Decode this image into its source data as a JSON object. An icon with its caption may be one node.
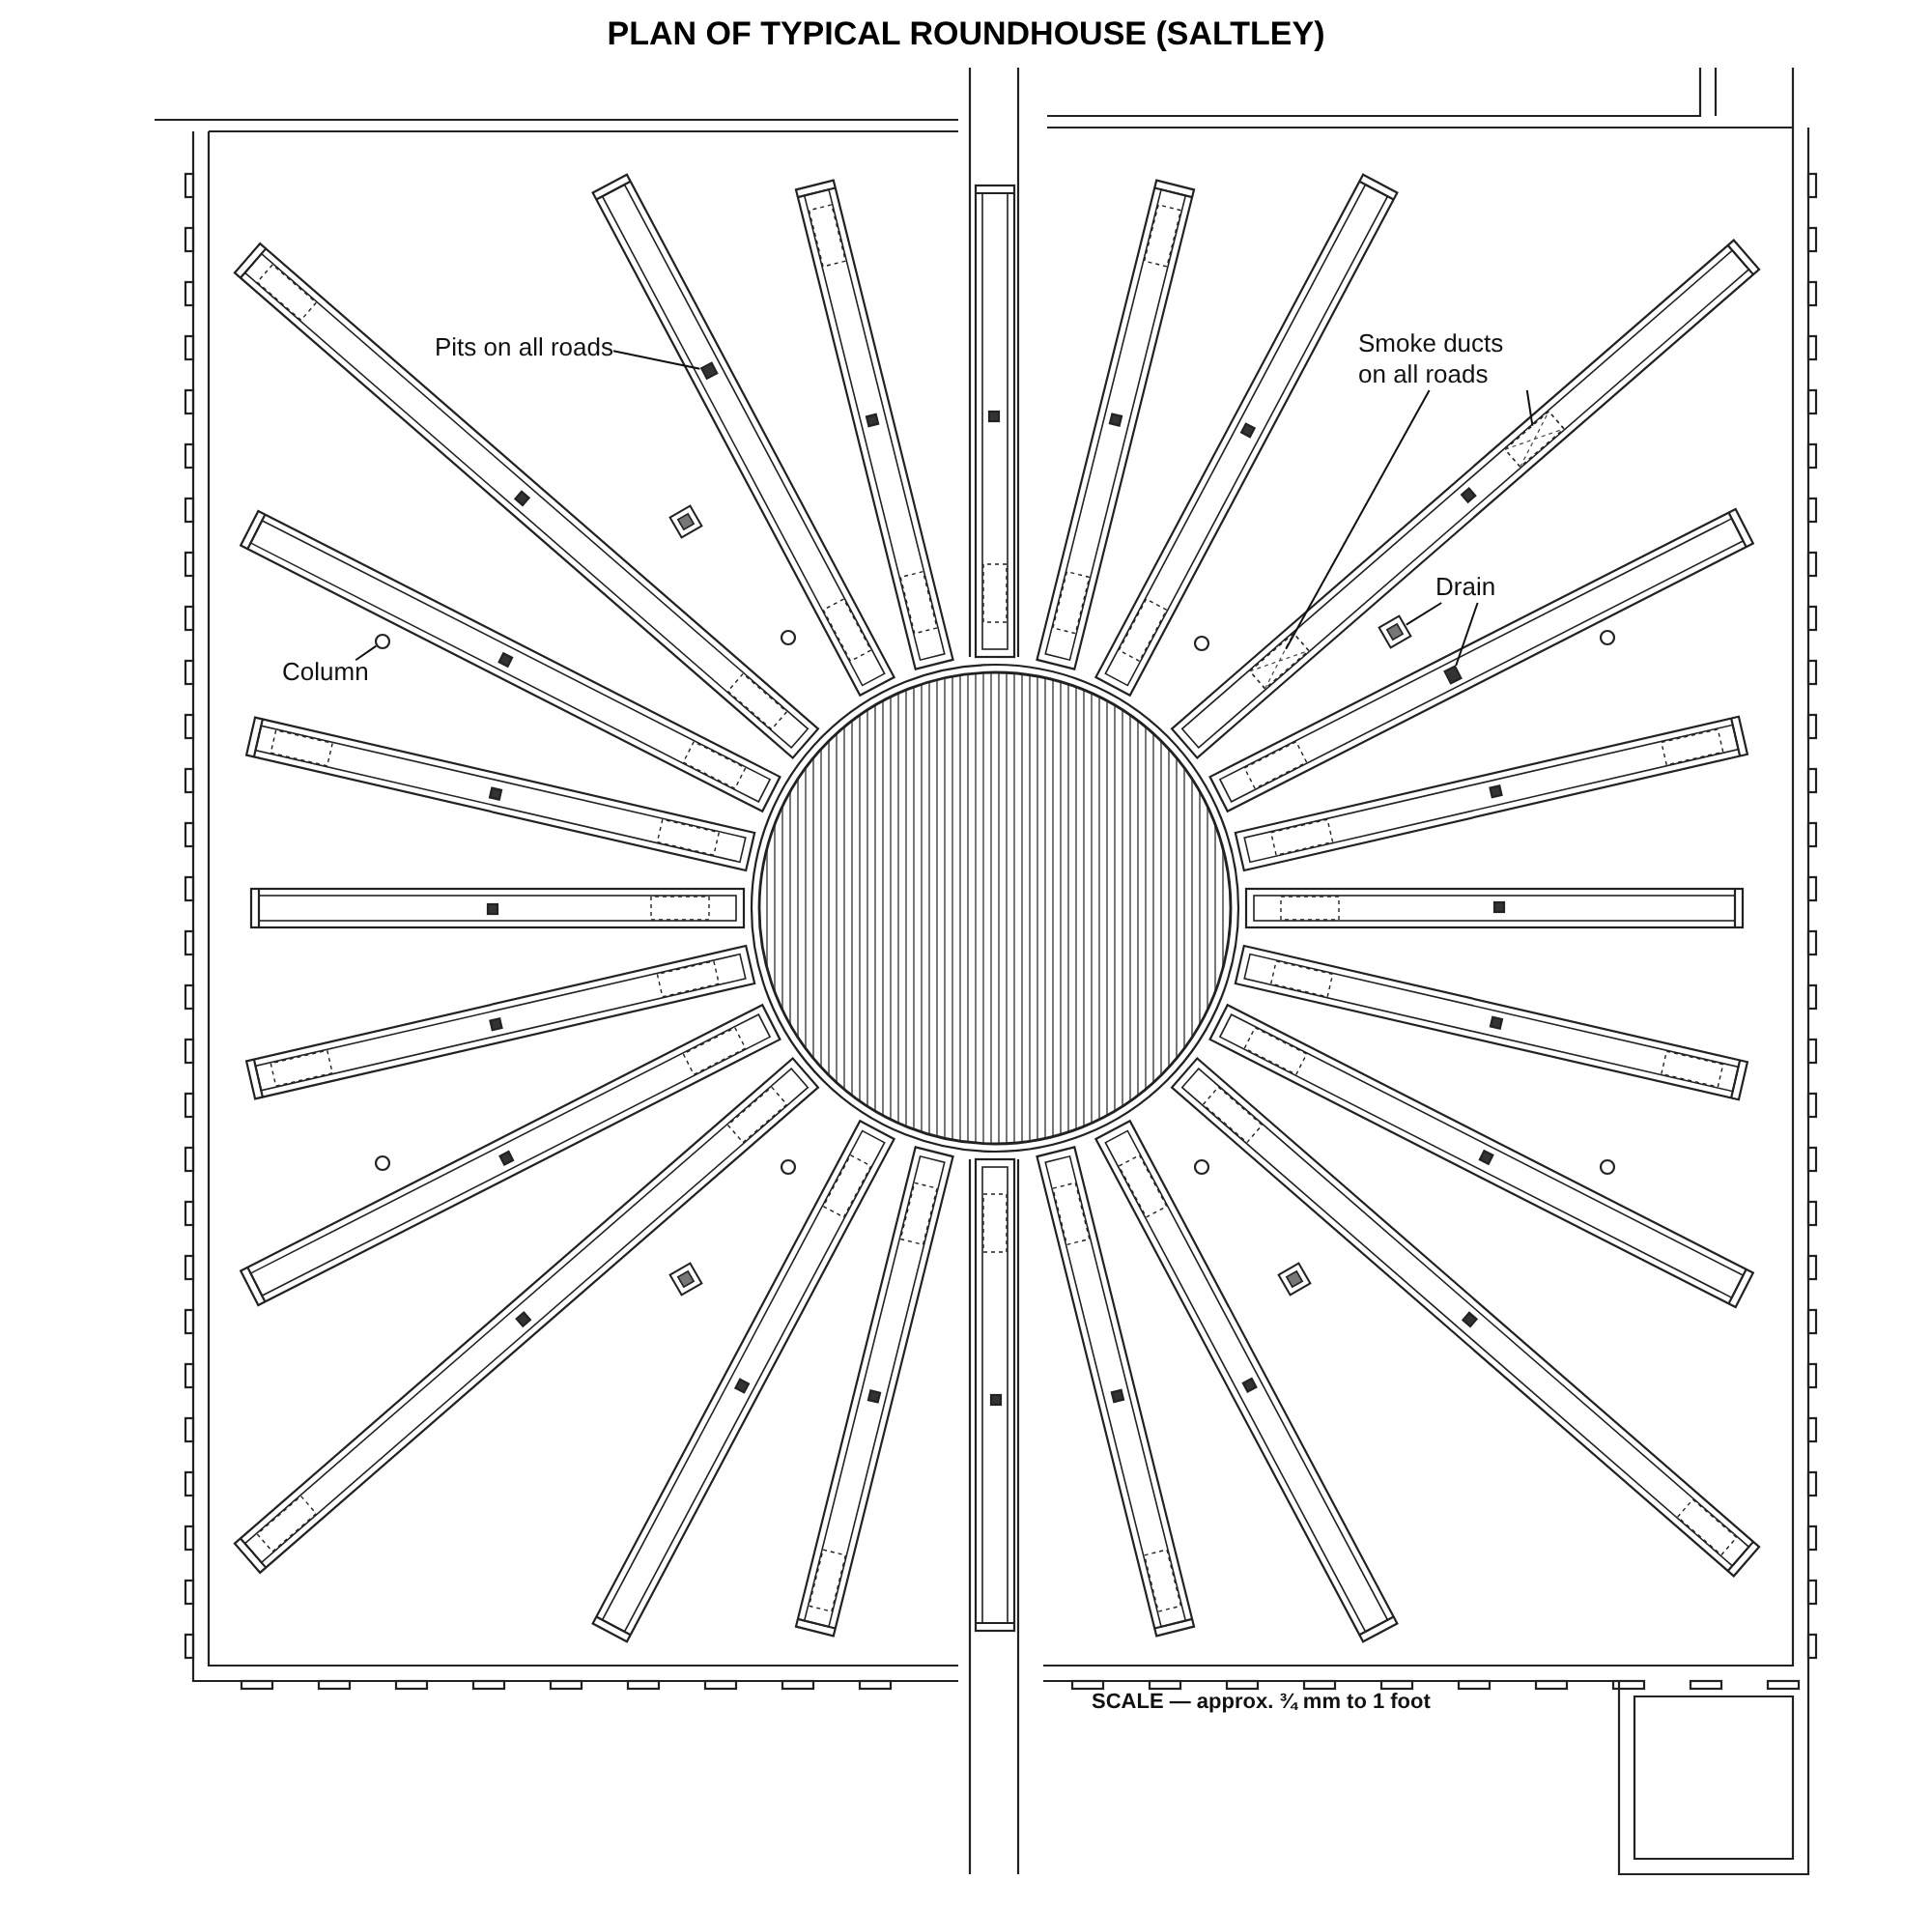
{
  "diagram": {
    "title": "PLAN OF TYPICAL ROUNDHOUSE (SALTLEY)",
    "nodes": [
      {
        "text": [
          "Pits on all roads"
        ]
      },
      {
        "text": [],
        "shape": "box"
      },
      {
        "text": [
          "Column"
        ]
      },
      {
        "text": [],
        "shape": "circle"
      },
      {
        "text": [
          "Smoke ducts on all roads"
        ]
      },
      {
        "text": [],
        "shape": "box"
      },
      {
        "text": [],
        "shape": "box"
      },
      {
        "text": [
          "Drain"
        ]
      },
      {
        "text": [],
        "shape": "box"
      },
      {
        "text": [],
        "shape": "box"
      },
      {
        "text": [],
        "shape": "box"
      },
      {
        "text": [],
        "shape": "box"
      },
      {
        "text": [],
        "shape": "box"
      }
    ],
    "edges": [
      {
        "from": 0,
        "to": 1,
        "arrow": "none"
      },
      {
        "from": 2,
        "to": 3,
        "arrow": "none"
      },
      {
        "from": 4,
        "to": 5,
        "arrow": "none"
      },
      {
        "from": 4,
        "to": 6,
        "arrow": "none"
      },
      {
        "from": 7,
        "to": 8,
        "arrow": "none"
      },
      {
        "from": 7,
        "to": 9,
        "arrow": "none"
      }
    ],
    "labels": [
      "SCALE — approx. ¾ mm to 1 foot"
    ]
  }
}
